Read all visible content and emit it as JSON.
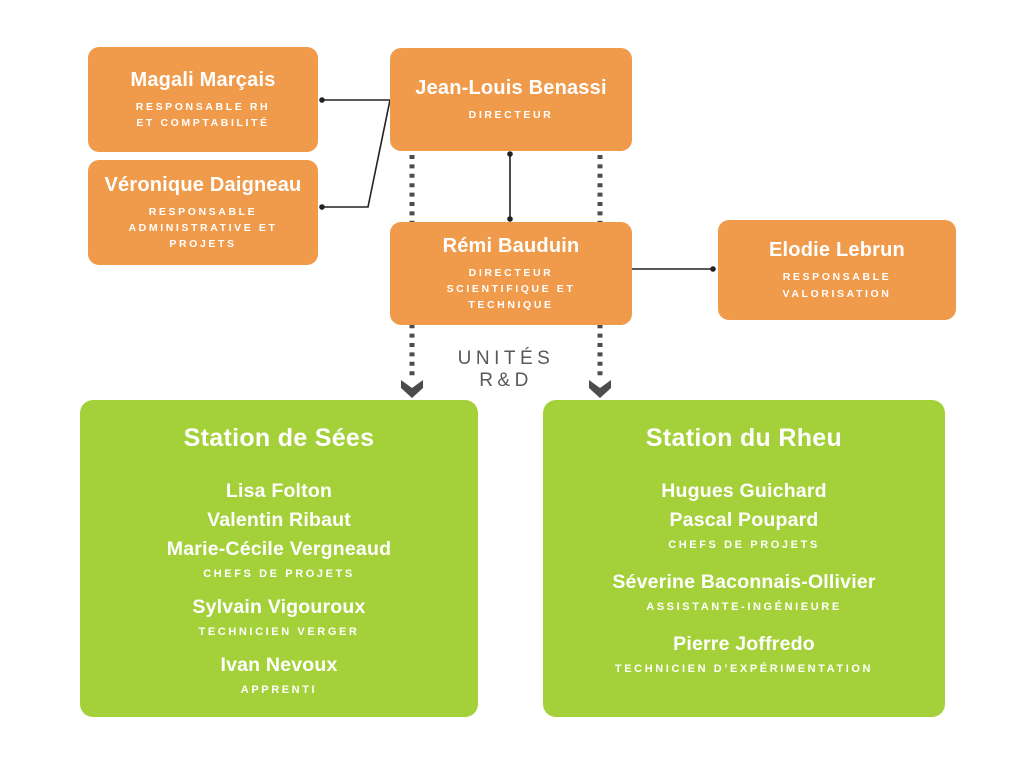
{
  "colors": {
    "orange": "#F09A4B",
    "green": "#A4D139",
    "line": "#222222",
    "dotted": "#4C4C4C",
    "muted": "#595959"
  },
  "boxes": {
    "benassi": {
      "name": "Jean-Louis Benassi",
      "role": "DIRECTEUR"
    },
    "magali": {
      "name": "Magali Marçais",
      "role": "RESPONSABLE RH\nET COMPTABILITÉ"
    },
    "veronique": {
      "name": "Véronique Daigneau",
      "role": "RESPONSABLE\nADMINISTRATIVE ET PROJETS"
    },
    "bauduin": {
      "name": "Rémi Bauduin",
      "role": "DIRECTEUR\nSCIENTIFIQUE ET\nTECHNIQUE"
    },
    "elodie": {
      "name": "Elodie Lebrun",
      "role": "RESPONSABLE\nVALORISATION"
    }
  },
  "rd_units_label": "UNITÉS R&D",
  "stations": {
    "sees": {
      "title": "Station de Sées",
      "groups": [
        {
          "names": [
            "Lisa Folton",
            "Valentin Ribaut",
            "Marie-Cécile Vergneaud"
          ],
          "role": "CHEFS DE PROJETS"
        },
        {
          "names": [
            "Sylvain Vigouroux"
          ],
          "role": "TECHNICIEN VERGER"
        },
        {
          "names": [
            "Ivan Nevoux"
          ],
          "role": "APPRENTI"
        }
      ]
    },
    "rheu": {
      "title": "Station du Rheu",
      "groups": [
        {
          "names": [
            "Hugues Guichard",
            "Pascal Poupard"
          ],
          "role": "CHEFS DE PROJETS"
        },
        {
          "names": [
            "Séverine Baconnais-Ollivier"
          ],
          "role": "ASSISTANTE-INGÉNIEURE"
        },
        {
          "names": [
            "Pierre Joffredo"
          ],
          "role": "TECHNICIEN D’EXPÉRIMENTATION"
        }
      ]
    }
  }
}
